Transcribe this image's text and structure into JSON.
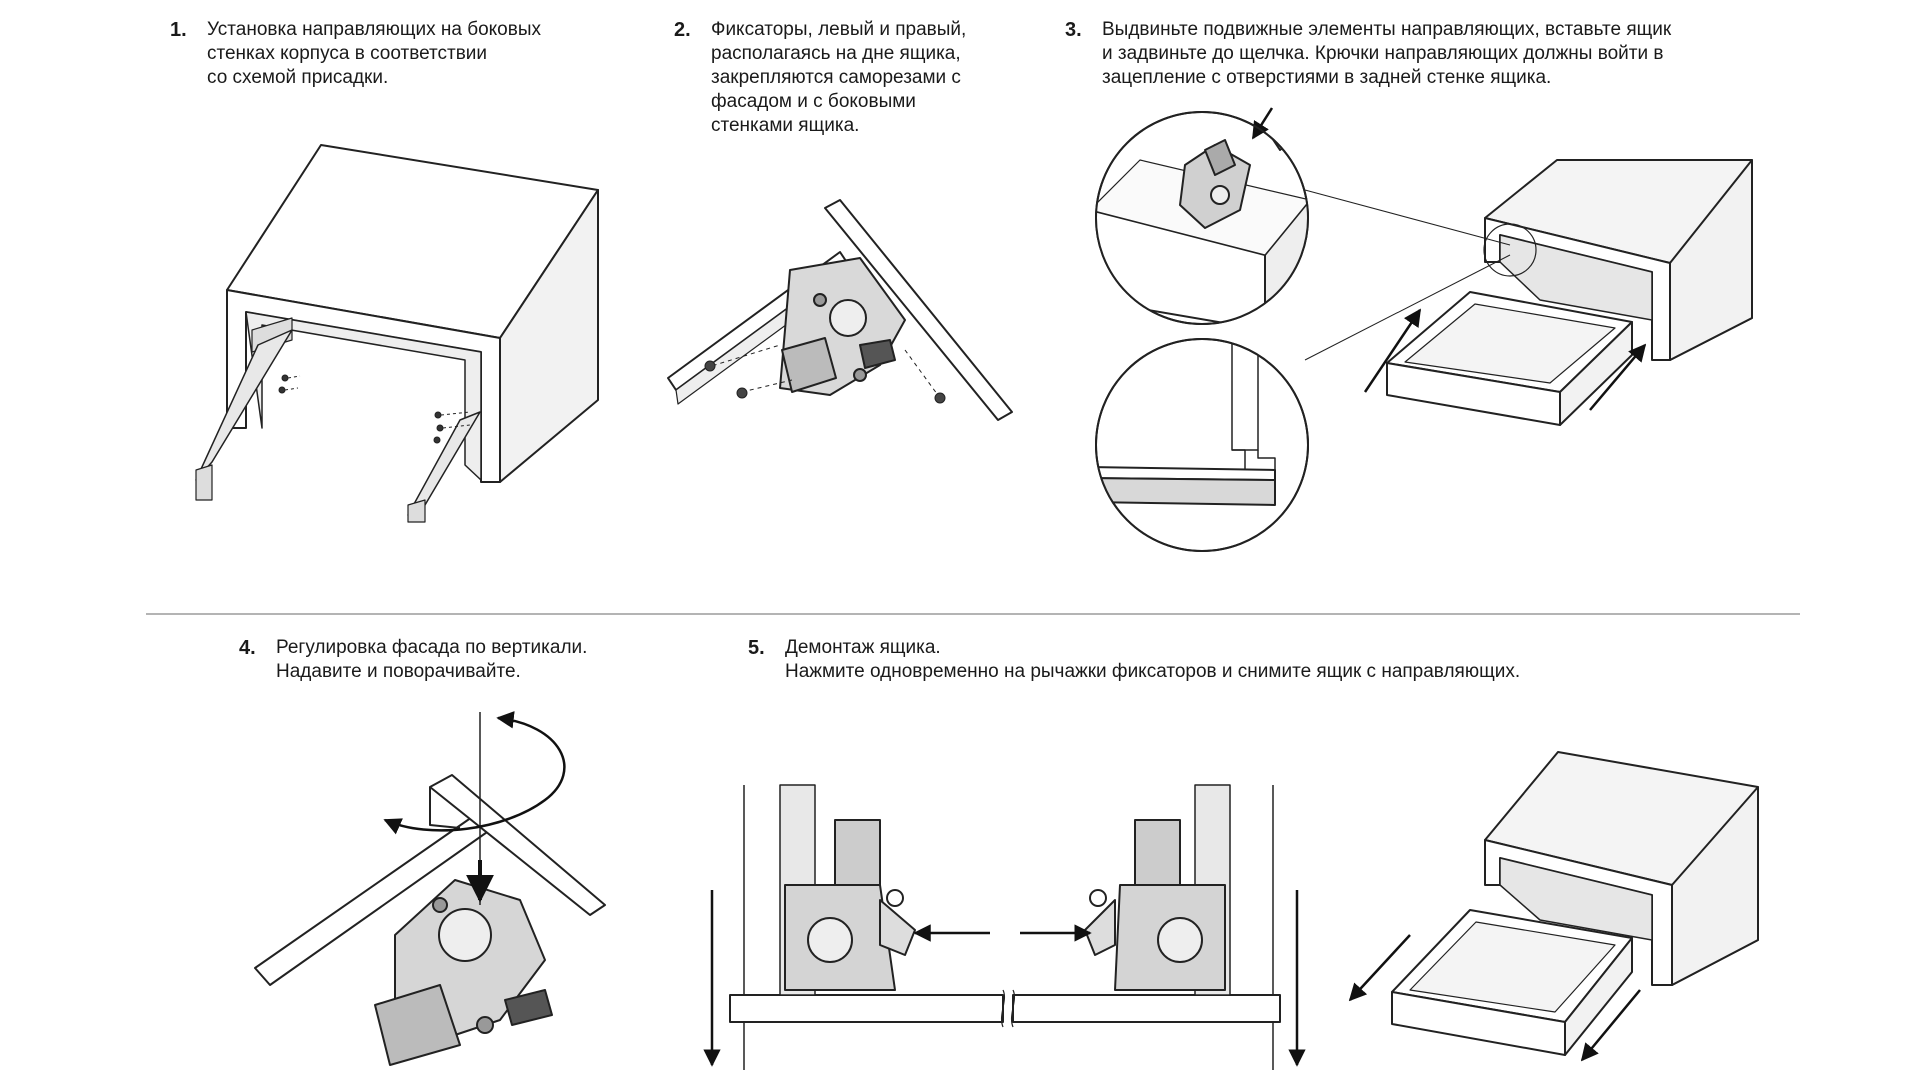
{
  "steps": [
    {
      "num": "1.",
      "lines": [
        "Установка направляющих на боковых",
        "стенках корпуса в соответствии",
        "со схемой присадки."
      ]
    },
    {
      "num": "2.",
      "lines": [
        "Фиксаторы, левый и правый,",
        "располагаясь на дне ящика,",
        "закрепляются саморезами с",
        "фасадом и с боковыми",
        "стенками ящика."
      ]
    },
    {
      "num": "3.",
      "lines": [
        "Выдвиньте подвижные элементы направляющих, вставьте ящик",
        "и задвиньте до щелчка. Крючки направляющих должны войти в",
        "зацепление с отверстиями в задней стенке ящика."
      ]
    },
    {
      "num": "4.",
      "lines": [
        "Регулировка фасада по вертикали.",
        "Надавите и поворачивайте."
      ]
    },
    {
      "num": "5.",
      "lines": [
        "Демонтаж ящика.",
        "Нажмите одновременно на рычажки фиксаторов и снимите ящик с направляющих."
      ]
    }
  ]
}
